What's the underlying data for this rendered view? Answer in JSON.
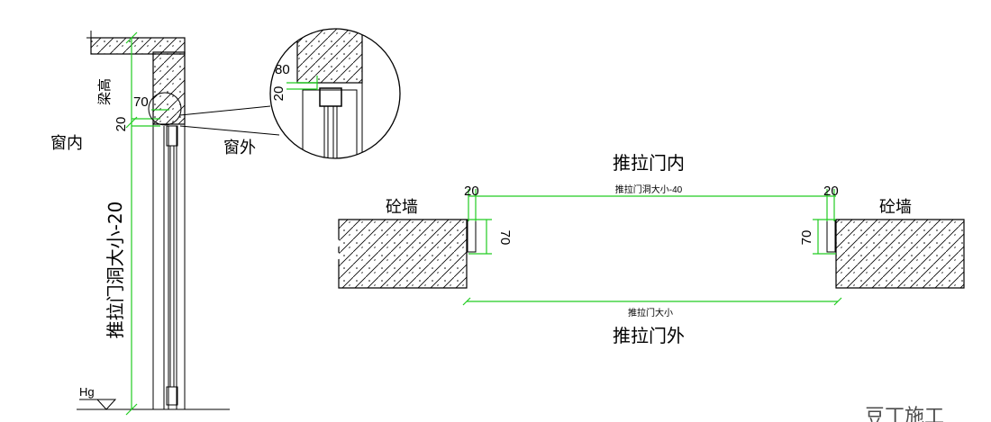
{
  "left_section": {
    "beam_height_label": "梁高",
    "window_inside_label": "窗内",
    "window_outside_label": "窗外",
    "dim_70": "70",
    "dim_20": "20",
    "opening_dim_label": "推拉门洞大小-20",
    "floor_level_label": "Hg"
  },
  "detail": {
    "dim_80": "80",
    "dim_20": "20"
  },
  "plan_section": {
    "inside_label": "推拉门内",
    "outside_label": "推拉门外",
    "left_wall_label": "砼墙",
    "right_wall_label": "砼墙",
    "dim_left_20": "20",
    "dim_right_20": "20",
    "top_dim_label": "推拉门洞大小-40",
    "left_dim_70": "70",
    "right_dim_70": "70",
    "bottom_dim_label": "推拉门大小"
  },
  "watermark": "豆丁施工",
  "colors": {
    "dimension": "#22cc22",
    "line": "#000000",
    "background": "#ffffff"
  }
}
